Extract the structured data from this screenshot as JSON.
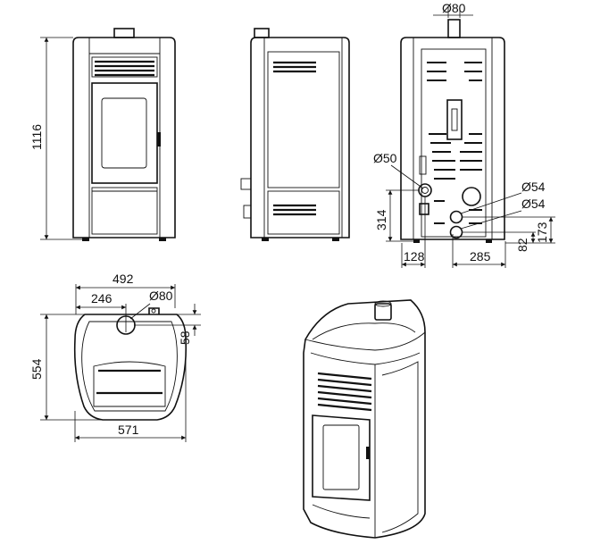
{
  "dimensions": {
    "back_flue_diameter": "Ø80",
    "height": "1116",
    "air_inlet_diameter": "Ø50",
    "pipe_upper_diameter": "Ø54",
    "pipe_lower_diameter": "Ø54",
    "air_inlet_height": "314",
    "pipe_lower_height": "82",
    "pipe_upper_height": "173",
    "air_inlet_offset": "128",
    "pipe_offset": "285",
    "top_depth_width": "492",
    "flue_offset": "246",
    "top_flue_diameter": "Ø80",
    "flue_depth": "58",
    "depth": "554",
    "width": "571"
  },
  "colors": {
    "line": "#111111",
    "background": "#ffffff"
  }
}
